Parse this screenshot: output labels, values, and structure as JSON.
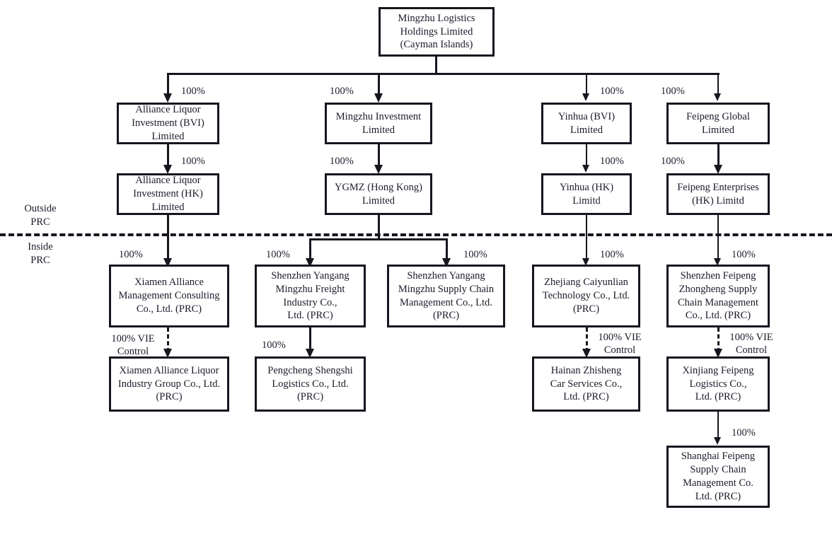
{
  "chart_data": {
    "type": "diagram",
    "title": "Mingzhu Logistics Holdings Limited corporate structure",
    "legend_position": "left",
    "region_labels": [
      {
        "id": "outside-prc",
        "text": "Outside\nPRC"
      },
      {
        "id": "inside-prc",
        "text": "Inside\nPRC"
      }
    ],
    "nodes": [
      {
        "id": "parent",
        "label": "Mingzhu Logistics\nHoldings Limited\n(Cayman Islands)"
      },
      {
        "id": "alliance-bvi",
        "label": "Alliance Liquor\nInvestment (BVI)\nLimited"
      },
      {
        "id": "mingzhu-inv",
        "label": "Mingzhu Investment\nLimited"
      },
      {
        "id": "yinhua-bvi",
        "label": "Yinhua (BVI)\nLimited"
      },
      {
        "id": "feipeng-global",
        "label": "Feipeng Global\nLimited"
      },
      {
        "id": "alliance-hk",
        "label": "Alliance Liquor\nInvestment (HK)\nLimited"
      },
      {
        "id": "ygmz-hk",
        "label": "YGMZ (Hong Kong)\nLimited"
      },
      {
        "id": "yinhua-hk",
        "label": "Yinhua (HK)\nLimitd"
      },
      {
        "id": "feipeng-hk",
        "label": "Feipeng Enterprises\n(HK) Limitd"
      },
      {
        "id": "xiamen-alliance",
        "label": "Xiamen Alliance\nManagement Consulting\nCo., Ltd. (PRC)"
      },
      {
        "id": "shenzhen-freight",
        "label": "Shenzhen Yangang\nMingzhu Freight\nIndustry Co.,\nLtd. (PRC)"
      },
      {
        "id": "shenzhen-supply",
        "label": "Shenzhen Yangang\nMingzhu Supply Chain\nManagement Co., Ltd.\n(PRC)"
      },
      {
        "id": "zhejiang-caiyunlian",
        "label": "Zhejiang Caiyunlian\nTechnology Co., Ltd.\n(PRC)"
      },
      {
        "id": "shenzhen-feipeng",
        "label": "Shenzhen Feipeng\nZhongheng Supply\nChain Management\nCo., Ltd. (PRC)"
      },
      {
        "id": "xiamen-liquor",
        "label": "Xiamen Alliance Liquor\nIndustry Group Co., Ltd.\n(PRC)"
      },
      {
        "id": "pengcheng",
        "label": "Pengcheng Shengshi\nLogistics Co., Ltd.\n(PRC)"
      },
      {
        "id": "hainan-zhisheng",
        "label": "Hainan Zhisheng\nCar Services Co.,\nLtd. (PRC)"
      },
      {
        "id": "xinjiang-feipeng",
        "label": "Xinjiang Feipeng\nLogistics Co.,\nLtd. (PRC)"
      },
      {
        "id": "shanghai-feipeng",
        "label": "Shanghai Feipeng\nSupply Chain\nManagement Co.\nLtd. (PRC)"
      }
    ],
    "edges": [
      {
        "from": "parent",
        "to": "alliance-bvi",
        "label": "100%",
        "style": "solid"
      },
      {
        "from": "parent",
        "to": "mingzhu-inv",
        "label": "100%",
        "style": "solid"
      },
      {
        "from": "parent",
        "to": "yinhua-bvi",
        "label": "100%",
        "style": "solid"
      },
      {
        "from": "parent",
        "to": "feipeng-global",
        "label": "100%",
        "style": "solid"
      },
      {
        "from": "alliance-bvi",
        "to": "alliance-hk",
        "label": "100%",
        "style": "solid"
      },
      {
        "from": "mingzhu-inv",
        "to": "ygmz-hk",
        "label": "100%",
        "style": "solid"
      },
      {
        "from": "yinhua-bvi",
        "to": "yinhua-hk",
        "label": "100%",
        "style": "solid"
      },
      {
        "from": "feipeng-global",
        "to": "feipeng-hk",
        "label": "100%",
        "style": "solid"
      },
      {
        "from": "alliance-hk",
        "to": "xiamen-alliance",
        "label": "100%",
        "style": "solid"
      },
      {
        "from": "ygmz-hk",
        "to": "shenzhen-freight",
        "label": "100%",
        "style": "solid"
      },
      {
        "from": "ygmz-hk",
        "to": "shenzhen-supply",
        "label": "100%",
        "style": "solid"
      },
      {
        "from": "yinhua-hk",
        "to": "zhejiang-caiyunlian",
        "label": "100%",
        "style": "solid"
      },
      {
        "from": "feipeng-hk",
        "to": "shenzhen-feipeng",
        "label": "100%",
        "style": "solid"
      },
      {
        "from": "xiamen-alliance",
        "to": "xiamen-liquor",
        "label": "100% VIE\nControl",
        "style": "dashed"
      },
      {
        "from": "shenzhen-freight",
        "to": "pengcheng",
        "label": "100%",
        "style": "solid"
      },
      {
        "from": "zhejiang-caiyunlian",
        "to": "hainan-zhisheng",
        "label": "100% VIE\nControl",
        "style": "dashed"
      },
      {
        "from": "shenzhen-feipeng",
        "to": "xinjiang-feipeng",
        "label": "100% VIE\nControl",
        "style": "dashed"
      },
      {
        "from": "xinjiang-feipeng",
        "to": "shanghai-feipeng",
        "label": "100%",
        "style": "solid"
      }
    ],
    "colors": {
      "line": "#16161f",
      "text": "#1b1b2b",
      "background": "#ffffff"
    }
  }
}
